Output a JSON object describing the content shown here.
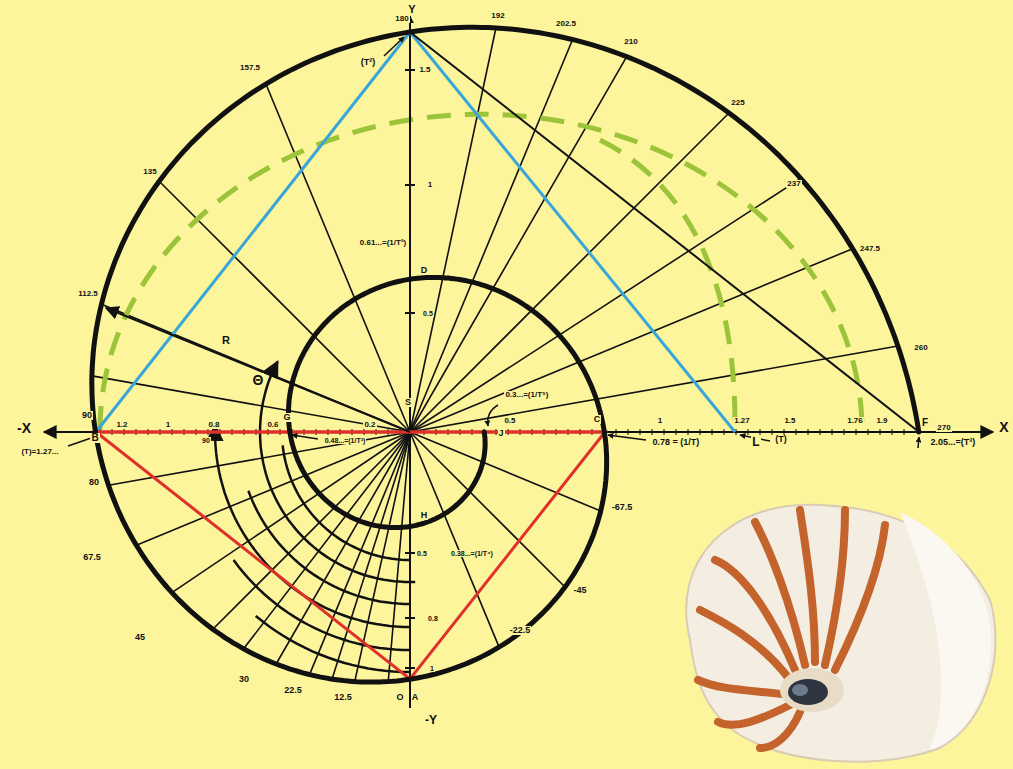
{
  "diagram": {
    "labels": [
      "Y",
      "180",
      "192",
      "202.5",
      "210",
      "225",
      "237",
      "247.5",
      "260",
      "F",
      "270",
      "X",
      "-X",
      "157.5",
      "135",
      "112.5",
      "90",
      "B",
      "80",
      "67.5",
      "45",
      "30",
      "22.5",
      "12.5",
      "O",
      "A",
      "-Y",
      "-22.5",
      "-45",
      "-67.5",
      "(T²)",
      "1.5",
      "1",
      "0.61...=(1/T²)",
      "D",
      "0.5",
      "R",
      "Θ",
      "S",
      "0.3...=(1/T⁵)",
      "J",
      "0.5",
      "C",
      "1",
      "0.78 = (1/T)",
      "1.27",
      "L",
      "(T)",
      "1.5",
      "1.76",
      "1.9",
      "2.05...=(T³)",
      "1.2",
      "1",
      "0.8",
      "90",
      "0.6",
      "G",
      "0.2",
      "0.48...=(1/T³)",
      "(T)=1.27...",
      "H",
      "0.5",
      "0.38...=(1/T⁴)",
      "0.8",
      "1"
    ]
  }
}
